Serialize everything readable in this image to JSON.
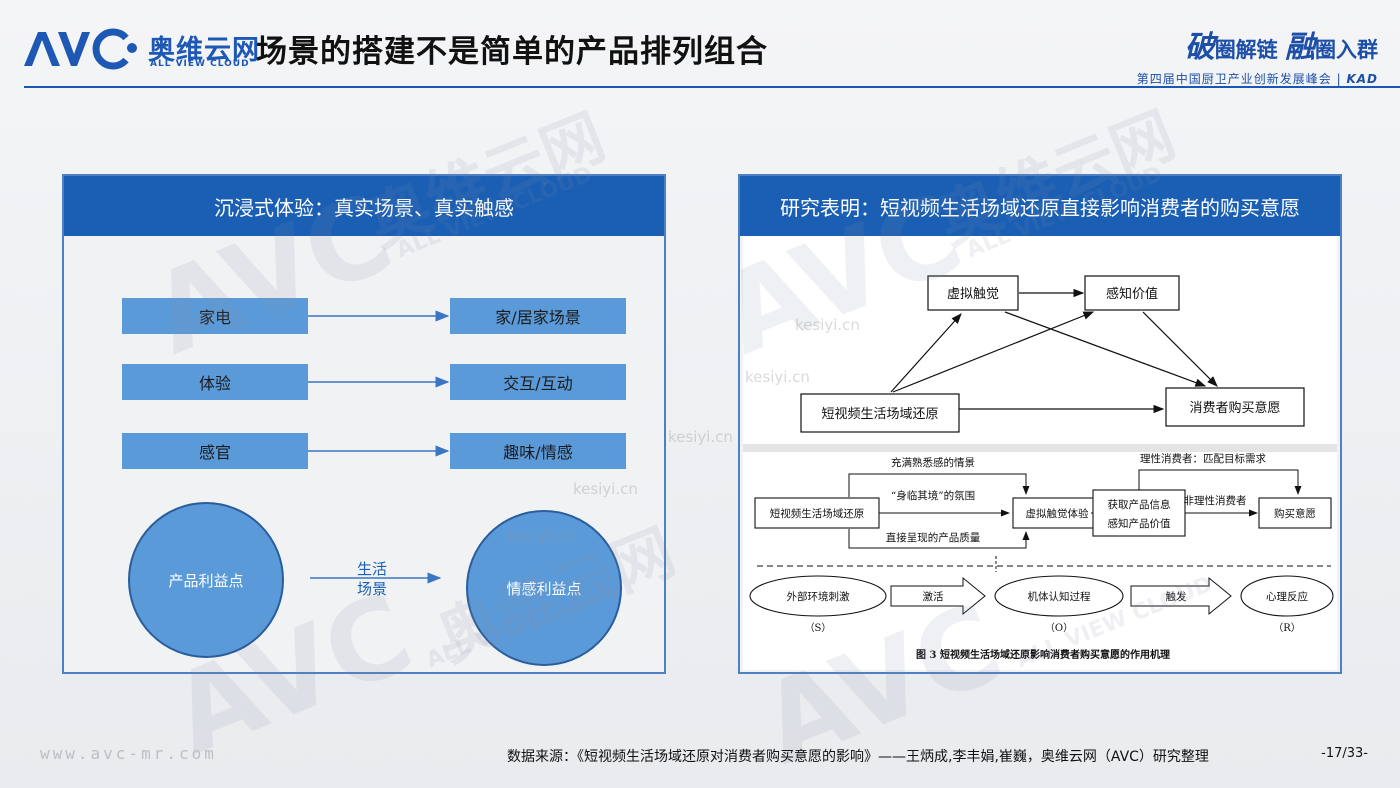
{
  "header": {
    "logo_cn": "奥维云网",
    "logo_en": "ALL VIEW CLOUD",
    "title": "场景的搭建不是简单的产品排列组合",
    "summit_brush1": "破",
    "summit_text1": "圈解链",
    "summit_brush2": "融",
    "summit_text2": "圈入群",
    "summit_sub": "第四届中国厨卫产业创新发展峰会",
    "summit_sep": "|",
    "summit_kad": "KAD"
  },
  "left_panel": {
    "title": "沉浸式体验：真实场景、真实触感",
    "rows": [
      {
        "left": "家电",
        "right": "家/居家场景"
      },
      {
        "left": "体验",
        "right": "交互/互动"
      },
      {
        "left": "感官",
        "right": "趣味/情感"
      }
    ],
    "circle_left": "产品利益点",
    "arrow_label_1": "生活",
    "arrow_label_2": "场景",
    "circle_right": "情感利益点"
  },
  "right_panel": {
    "title": "研究表明：短视频生活场域还原直接影响消费者的购买意愿",
    "top_diagram": {
      "node_virtual": "虚拟触觉",
      "node_value": "感知价值",
      "node_source": "短视频生活场域还原",
      "node_intent": "消费者购买意愿"
    },
    "bottom_diagram": {
      "node_source": "短视频生活场域还原",
      "path_top": "充满熟悉感的情景",
      "path_mid": "“身临其境”的氛围",
      "path_bottom": "直接呈现的产品质量",
      "node_experience": "虚拟触觉体验",
      "node_info_1": "获取产品信息",
      "node_info_2": "感知产品价值",
      "rational": "理性消费者：匹配目标需求",
      "irrational": "非理性消费者",
      "node_purchase": "购买意愿",
      "sor_s": "外部环境刺激",
      "sor_arrow1": "激活",
      "sor_o": "机体认知过程",
      "sor_arrow2": "触发",
      "sor_r": "心理反应",
      "label_s": "（S）",
      "label_o": "（O）",
      "label_r": "（R）",
      "caption": "图 3   短视频生活场域还原影响消费者购买意愿的作用机理"
    }
  },
  "watermarks": {
    "brand_cn": "奥维云网",
    "brand_en": "ALL VIEW CLOUD",
    "brand_avc": "AVC",
    "site": "kesiyi.cn"
  },
  "footer": {
    "url": "www.avc-mr.com",
    "source": "数据来源：《短视频生活场域还原对消费者购买意愿的影响》——王炳成,李丰娟,崔巍，奥维云网（AVC）研究整理",
    "page": "-17/33-"
  },
  "colors": {
    "brand_blue": "#1a5fb4",
    "box_blue": "#5b9ad9",
    "header_rule": "#1a56b3"
  }
}
